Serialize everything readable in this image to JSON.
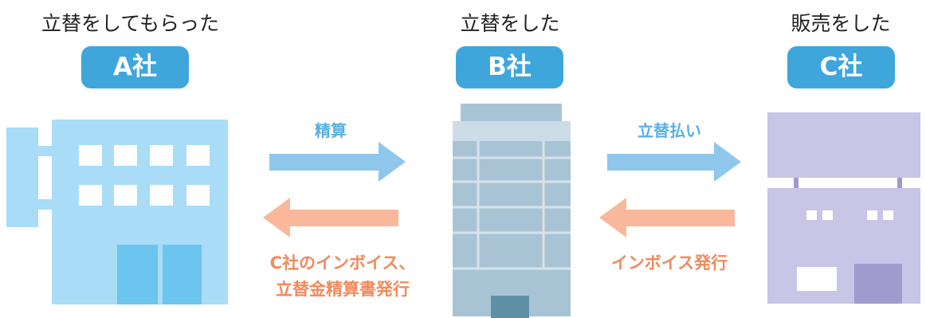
{
  "companies": [
    {
      "role": "立替をしてもらった",
      "name": "A社"
    },
    {
      "role": "立替をした",
      "name": "B社"
    },
    {
      "role": "販売をした",
      "name": "C社"
    }
  ],
  "flows": {
    "a_to_b": "精算",
    "b_to_a_line1": "C社のインボイス、",
    "b_to_a_line2": "立替金精算書発行",
    "b_to_c": "立替払い",
    "c_to_b": "インボイス発行"
  },
  "colors": {
    "badge": "#3fa6dc",
    "building_a": "#a9dcf7",
    "building_a_door": "#6cc5ef",
    "building_b": "#a8c4d4",
    "building_c": "#c8c5e6",
    "arrow_blue": "#8fc7ec",
    "arrow_orange": "#f9b79b"
  },
  "icons": [
    "building-a-icon",
    "building-b-icon",
    "building-c-icon",
    "arrow-right-icon",
    "arrow-left-icon"
  ]
}
